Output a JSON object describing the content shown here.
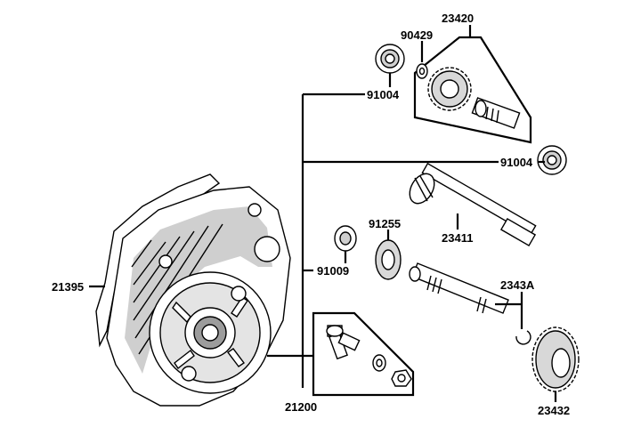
{
  "parts": {
    "p23420": "23420",
    "p90429": "90429",
    "p91004_top": "91004",
    "p91004_mid": "91004",
    "p91255": "91255",
    "p23411": "23411",
    "p91009": "91009",
    "p2343A": "2343A",
    "p21395": "21395",
    "p21200": "21200",
    "p23432": "23432"
  },
  "colors": {
    "ink": "#000000",
    "paper": "#ffffff",
    "shade": "#bdbdbd"
  }
}
